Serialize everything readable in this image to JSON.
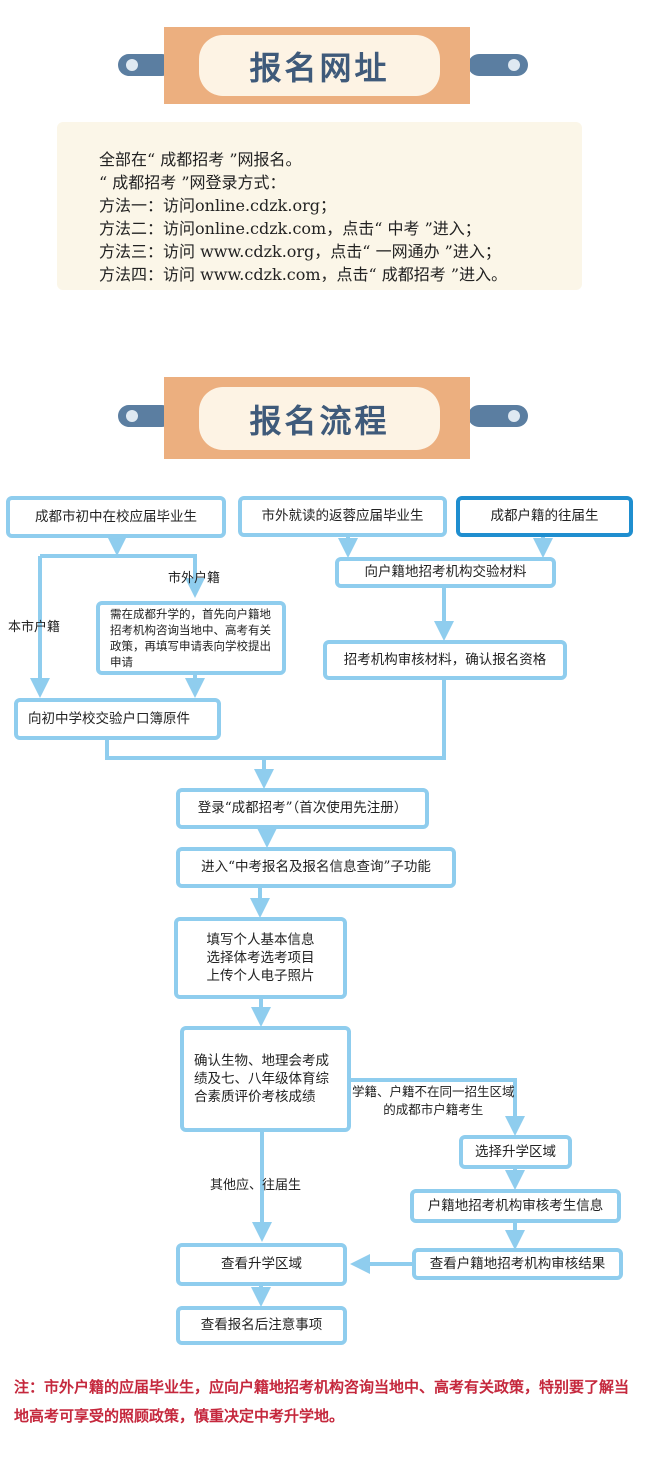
{
  "section1": {
    "title": "报名网址"
  },
  "registration_info": {
    "lines": [
      "全部在“ 成都招考 ”网报名。",
      "“ 成都招考 ”网登录方式：",
      "方法一：访问online.cdzk.org；",
      "方法二：访问online.cdzk.com，点击“ 中考 ”进入；",
      "方法三：访问 www.cdzk.org，点击“ 一网通办 ”进入；",
      "方法四：访问 www.cdzk.com，点击“ 成都招考 ”进入。"
    ]
  },
  "section2": {
    "title": "报名流程"
  },
  "flow": {
    "start_local": "成都市初中在校应届毕业生",
    "start_returning": "市外就读的返蓉应届毕业生",
    "start_past": "成都户籍的往届生",
    "label_outside": "市外户籍",
    "label_local": "本市户籍",
    "consult_note": "需在成都升学的，首先向户籍地招考机构咨询当地中、高考有关政策，再填写申请表向学校提出申请",
    "submit_school": "向初中学校交验户口簿原件",
    "submit_agency": "向户籍地招考机构交验材料",
    "agency_review": "招考机构审核材料，确认报名资格",
    "step_login": "登录“成都招考”（首次使用先注册）",
    "step_enter": "进入“中考报名及报名信息查询”子功能",
    "step_fill": "填写个人基本信息\n选择体考选考项目\n上传个人电子照片",
    "step_confirm": "确认生物、地理会考成绩及七、八年级体育综合素质评价考核成绩",
    "label_branch": "学籍、户籍不在同一招生区域\n的成都市户籍考生",
    "label_other": "其他应、往届生",
    "step_choose_area": "选择升学区域",
    "step_agency_check": "户籍地招考机构审核考生信息",
    "step_view_result": "查看户籍地招考机构审核结果",
    "step_view_area": "查看升学区域",
    "step_notes": "查看报名后注意事项"
  },
  "note": "注：市外户籍的应届毕业生，应向户籍地招考机构咨询当地中、高考有关政策，特别要了解当地高考可享受的照顾政策，慎重决定中考升学地。",
  "colors": {
    "banner_plate": "#ecaf7f",
    "banner_inner": "#fdf3e4",
    "banner_text": "#3f5a7a",
    "rod": "#5b7ea1",
    "box_border": "#8fcdee",
    "box_border_dark": "#1f8ecf",
    "note_text": "#c5283d"
  }
}
